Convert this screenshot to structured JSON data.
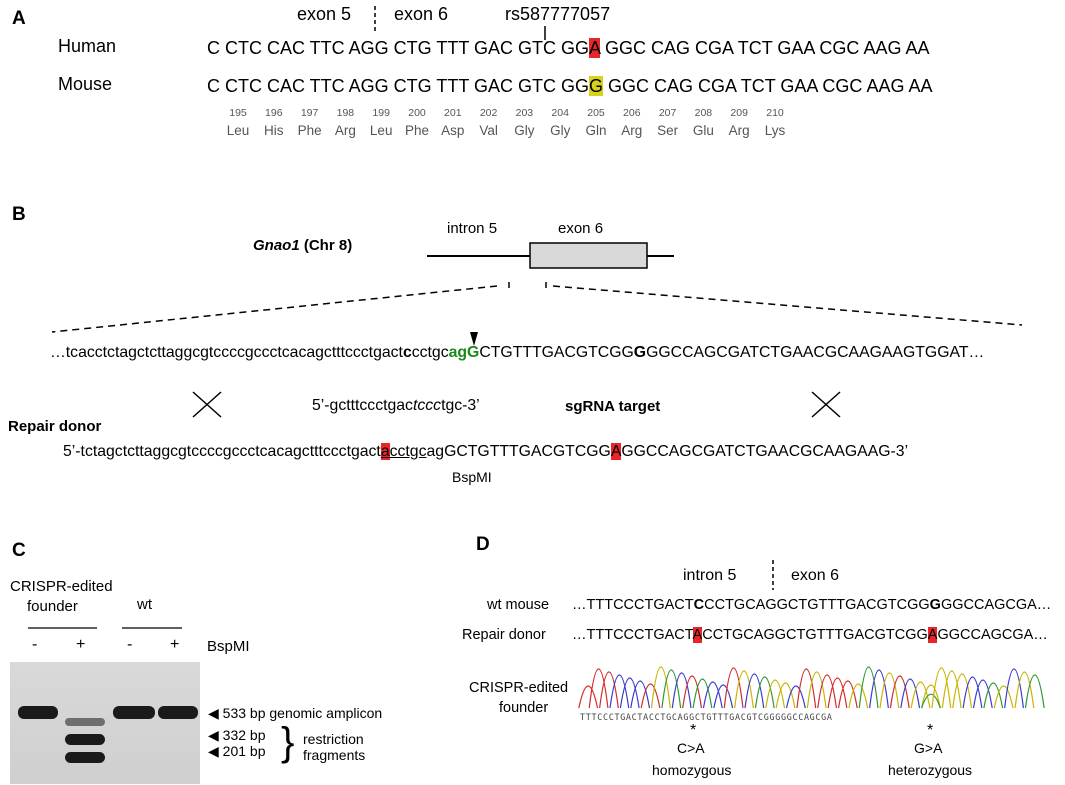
{
  "panelA": {
    "letter": "A",
    "exon5": "exon 5",
    "exon6": "exon 6",
    "snp": "rs587777057",
    "human_label": "Human",
    "mouse_label": "Mouse",
    "human_pre": "C CTC CAC TTC AGG CTG TTT GAC GTC GG",
    "human_hl": "A",
    "human_post": " GGC CAG CGA TCT GAA CGC AAG AA",
    "mouse_pre": "C CTC CAC TTC AGG CTG TTT GAC GTC GG",
    "mouse_hl": "G",
    "mouse_post": " GGC CAG CGA TCT GAA CGC AAG AA",
    "positions": [
      "195",
      "196",
      "197",
      "198",
      "199",
      "200",
      "201",
      "202",
      "203",
      "204",
      "205",
      "206",
      "207",
      "208",
      "209",
      "210"
    ],
    "aminoacids": [
      "Leu",
      "His",
      "Phe",
      "Arg",
      "Leu",
      "Phe",
      "Asp",
      "Val",
      "Gly",
      "Gly",
      "Gln",
      "Arg",
      "Ser",
      "Glu",
      "Arg",
      "Lys"
    ]
  },
  "panelB": {
    "letter": "B",
    "gene": "Gnao1",
    "chr": " (Chr 8)",
    "intron": "intron 5",
    "exon": "exon 6",
    "seq_a": "…tcacctctagctcttaggcgtccccgccctcacagctttccctgact",
    "seq_b": "c",
    "seq_c": "cctgc",
    "seq_d": "agG",
    "seq_e": "CTGTTTGACGTCGG",
    "seq_f": "G",
    "seq_g": "GGCCAGCGATCTGAACGCAAGAAGTGGAT…",
    "sg_a": "5’-gctttccctgac",
    "sg_b": "tccc",
    "sg_c": "tgc-3’",
    "sg_label": "sgRNA target",
    "repair_label": "Repair donor",
    "rd_a": "5’-tctagctcttaggcgtccccgccctcacagctttccctgact",
    "rd_b": "a",
    "rd_c": "cctgc",
    "rd_d": "agGCTGTTTGACGTCGG",
    "rd_e": "A",
    "rd_f": "GGCCAGCGATCTGAACGCAAGAAG-3’",
    "enzyme": "BspMI"
  },
  "panelC": {
    "letter": "C",
    "founder": "CRISPR-edited\nfounder",
    "founder_l1": "CRISPR-edited",
    "founder_l2": "founder",
    "wt": "wt",
    "minus": "-",
    "plus": "+",
    "enzyme": "BspMI",
    "band1": "533 bp genomic amplicon",
    "band2": "332 bp",
    "band3": "201 bp",
    "restr1": "restriction",
    "restr2": "fragments"
  },
  "panelD": {
    "letter": "D",
    "intron": "intron 5",
    "exon": "exon 6",
    "wt_label": "wt mouse",
    "wt_a": "…TTTCCCTGACT",
    "wt_b": "C",
    "wt_c": "CCTGCAGGCTGTTTGACGTCGG",
    "wt_d": "G",
    "wt_e": "GGCCAGCGA…",
    "rd_label": "Repair donor",
    "rd_a": "…TTTCCCTGACT",
    "rd_b": "A",
    "rd_c": "CCTGCAGGCTGTTTGACGTCGG",
    "rd_d": "A",
    "rd_e": "GGCCAGCGA…",
    "founder_l1": "CRISPR-edited",
    "founder_l2": "founder",
    "trace_seq": "TTTCCCTGACTACCTGCAGGCTGTTTGACGTCGGGGGCCAGCGA",
    "star": "*",
    "mut1": "C>A",
    "zyg1": "homozygous",
    "mut2": "G>A",
    "zyg2": "heterozygous"
  }
}
